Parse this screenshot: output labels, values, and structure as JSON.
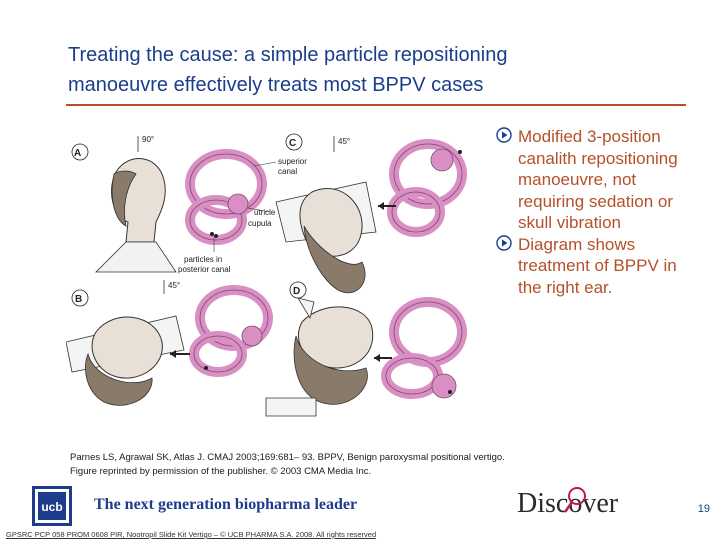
{
  "slide": {
    "title_line1": "Treating the cause: a simple particle repositioning",
    "title_line2": "manoeuvre effectively treats most BPPV cases",
    "bullets": [
      {
        "text": "Modified 3-position canalith repositioning manoeuvre, not requiring sedation or skull vibration"
      },
      {
        "text": "Diagram shows treatment of BPPV in the right ear."
      }
    ],
    "citation_line1": "Parnes LS, Agrawal SK, Atlas J. CMAJ 2003;169:681– 93. BPPV, Benign paroxysmal positional vertigo.",
    "citation_line2": "Figure reprinted by permission of the publisher. © 2003 CMA Media Inc.",
    "page_number": "19"
  },
  "figure": {
    "panels": [
      "A",
      "B",
      "C",
      "D"
    ],
    "labels": {
      "superior_canal_1": "superior",
      "superior_canal_2": "canal",
      "utricle": "utricle",
      "cupula": "cupula",
      "particles_1": "particles in",
      "particles_2": "posterior canal"
    },
    "angle_label": "90°",
    "angle_label_2": "45°"
  },
  "footer": {
    "company_logo_text": "ucb",
    "tagline_lead": "The next generation",
    "tagline_rest": " biopharma leader",
    "discover_logo_text": "Discover",
    "legal_text": "GPSRC PCP 058 PROM 0608 PIR, Nootropil Slide Kit Vertigo – © UCB PHARMA S.A. 2008.  All rights reserved"
  },
  "colors": {
    "title": "#1a3e8c",
    "rule": "#b5502a",
    "bullet_text": "#b5502a",
    "bullet_icon": "#1a3e8c",
    "canal_fill": "#d98fc4",
    "ucb_blue": "#1e3c8c"
  }
}
